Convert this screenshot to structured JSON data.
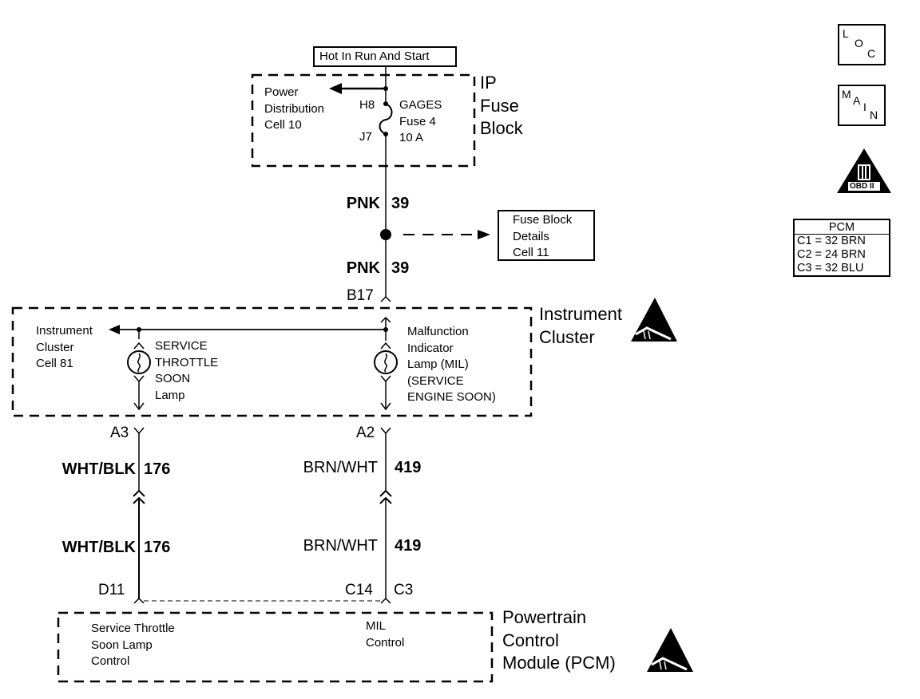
{
  "power_source": {
    "label": "Hot In Run And Start"
  },
  "ip_fuse_block": {
    "title_lines": [
      "IP",
      "Fuse",
      "Block"
    ],
    "power_distribution_lines": [
      "Power",
      "Distribution",
      "Cell 10"
    ],
    "terminal_in": "H8",
    "terminal_out": "J7",
    "fuse_lines": [
      "GAGES",
      "Fuse 4",
      "10 A"
    ]
  },
  "wires": {
    "feed_upper": {
      "color": "PNK",
      "circuit": "39"
    },
    "feed_lower": {
      "color": "PNK",
      "circuit": "39"
    },
    "stsl_upper": {
      "color": "WHT/BLK",
      "circuit": "176"
    },
    "stsl_lower": {
      "color": "WHT/BLK",
      "circuit": "176"
    },
    "mil_upper": {
      "color": "BRN/WHT",
      "circuit": "419"
    },
    "mil_lower": {
      "color": "BRN/WHT",
      "circuit": "419"
    }
  },
  "fuse_block_details": {
    "lines": [
      "Fuse Block",
      "Details",
      "Cell 11"
    ]
  },
  "instrument_cluster": {
    "title_lines": [
      "Instrument",
      "Cluster"
    ],
    "input_terminal": "B17",
    "ref_lines": [
      "Instrument",
      "Cluster",
      "Cell 81"
    ],
    "stsl_lamp_lines": [
      "SERVICE",
      "THROTTLE",
      "SOON",
      "Lamp"
    ],
    "mil_lamp_lines": [
      "Malfunction",
      "Indicator",
      "Lamp (MIL)",
      "(SERVICE",
      "ENGINE SOON)"
    ],
    "stsl_terminal": "A3",
    "mil_terminal": "A2"
  },
  "pcm": {
    "title_lines": [
      "Powertrain",
      "Control",
      "Module (PCM)"
    ],
    "stsl_terminal": "D11",
    "mil_terminal": "C14",
    "mil_connector": "C3",
    "stsl_control_lines": [
      "Service Throttle",
      "Soon Lamp",
      "Control"
    ],
    "mil_control_lines": [
      "MIL",
      "Control"
    ]
  },
  "legend": {
    "loc_icon": {
      "letters": [
        "L",
        "O",
        "C"
      ]
    },
    "main_icon": {
      "letters": [
        "M",
        "A",
        "I",
        "N"
      ]
    },
    "obd_icon": {
      "numeral": "II",
      "label": "OBD II"
    },
    "pcm_connectors": {
      "header": "PCM",
      "rows": [
        "C1 = 32 BRN",
        "C2 = 24 BRN",
        "C3 = 32 BLU"
      ]
    }
  }
}
